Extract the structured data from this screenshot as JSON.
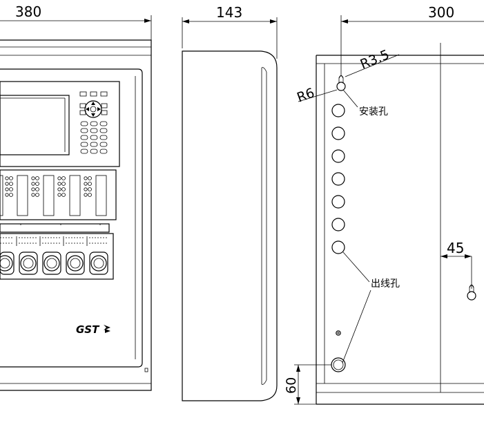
{
  "dimensions": {
    "front_width": "380",
    "side_depth": "143",
    "back_width": "300",
    "radius_large": "R6",
    "radius_small": "R3.5",
    "hole_offset": "45",
    "bottom_offset": "60"
  },
  "callouts": {
    "mounting_hole": "安装孔",
    "cable_outlet": "出线孔"
  },
  "brand": {
    "logo": "GST"
  }
}
